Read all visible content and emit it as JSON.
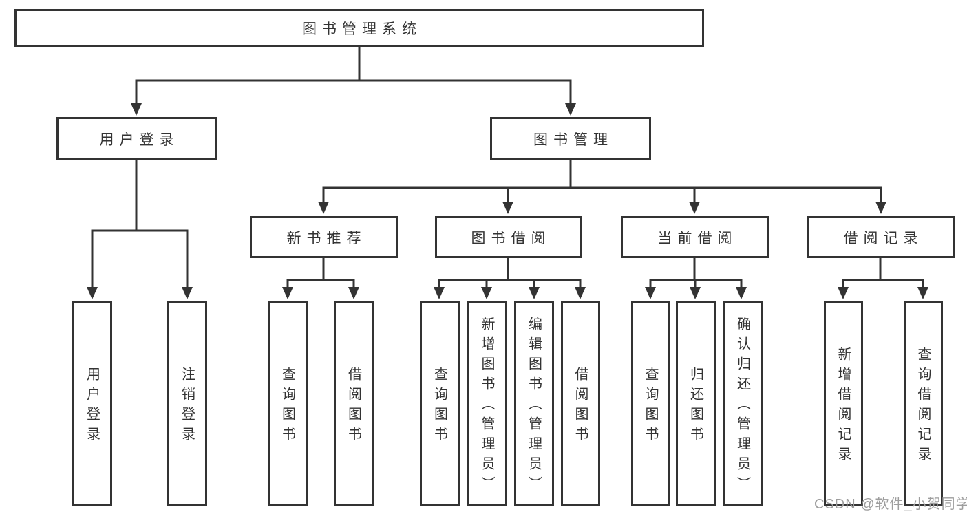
{
  "diagram": {
    "root": {
      "label": "图书管理系统"
    },
    "level2": [
      {
        "id": "user-login",
        "label": "用户登录",
        "parent": "图书管理系统"
      },
      {
        "id": "book-management",
        "label": "图书管理",
        "parent": "图书管理系统"
      }
    ],
    "level3": [
      {
        "id": "new-book-recommend",
        "label": "新书推荐",
        "parent": "图书管理"
      },
      {
        "id": "book-borrow",
        "label": "图书借阅",
        "parent": "图书管理"
      },
      {
        "id": "current-borrow",
        "label": "当前借阅",
        "parent": "图书管理"
      },
      {
        "id": "borrow-records",
        "label": "借阅记录",
        "parent": "图书管理"
      }
    ],
    "leaves": [
      {
        "label": "用户登录",
        "parent": "用户登录"
      },
      {
        "label": "注销登录",
        "parent": "用户登录"
      },
      {
        "label": "查询图书",
        "parent": "新书推荐"
      },
      {
        "label": "借阅图书",
        "parent": "新书推荐"
      },
      {
        "label": "查询图书",
        "parent": "图书借阅"
      },
      {
        "label": "新增图书（管理员）",
        "parent": "图书借阅"
      },
      {
        "label": "编辑图书（管理员）",
        "parent": "图书借阅"
      },
      {
        "label": "借阅图书",
        "parent": "图书借阅"
      },
      {
        "label": "查询图书",
        "parent": "当前借阅"
      },
      {
        "label": "归还图书",
        "parent": "当前借阅"
      },
      {
        "label": "确认归还（管理员）",
        "parent": "当前借阅"
      },
      {
        "label": "新增借阅记录",
        "parent": "借阅记录"
      },
      {
        "label": "查询借阅记录",
        "parent": "借阅记录"
      }
    ]
  },
  "watermark": "CSDN @软件_小贺同学",
  "colors": {
    "line": "#333333",
    "box_border": "#333333",
    "text": "#333333",
    "watermark": "#9d9d9d",
    "background": "#ffffff"
  }
}
